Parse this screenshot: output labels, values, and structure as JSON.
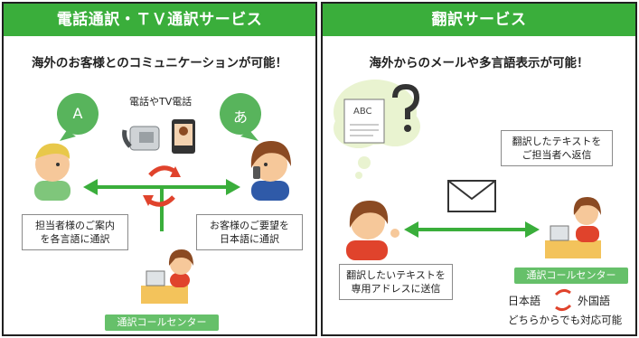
{
  "left_panel": {
    "title": "電話通訳・ＴＶ通訳サービス",
    "subtitle": "海外のお客様とのコミュニケーションが可能！",
    "bubble_left": "A",
    "bubble_right": "あ",
    "device_label": "電話やTV電話",
    "callout_left": [
      "担当者様のご案内",
      "を各言語に通訳"
    ],
    "callout_right": [
      "お客様のご要望を",
      "日本語に通訳"
    ],
    "center_label": "通訳コールセンター"
  },
  "right_panel": {
    "title": "翻訳サービス",
    "subtitle": "海外からのメールや多言語表示が可能！",
    "doc_text": "ABC",
    "callout_top": [
      "翻訳したテキストを",
      "ご担当者へ返信"
    ],
    "callout_bottom": [
      "翻訳したいテキストを",
      "専用アドレスに送信"
    ],
    "center_label": "通訳コールセンター",
    "lang_japanese": "日本語",
    "lang_foreign": "外国語",
    "note": "どちらからでも対応可能"
  },
  "colors": {
    "header_green": "#3aae3b",
    "arrow_green": "#3aae3b",
    "exchange_red": "#e0432c"
  }
}
